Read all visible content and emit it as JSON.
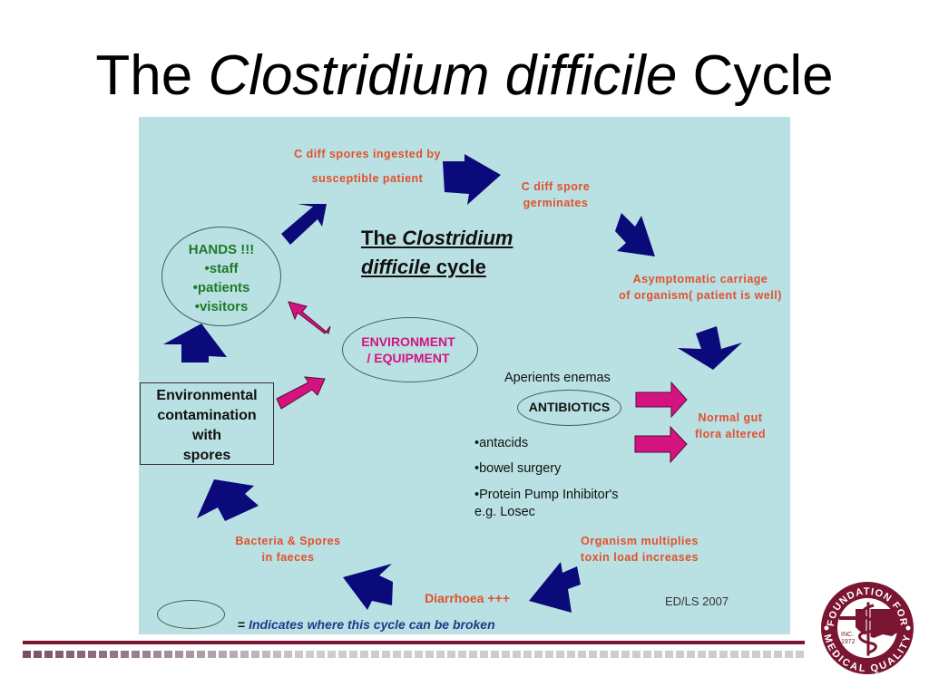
{
  "slide": {
    "title_prefix": "The",
    "title_italic": "Clostridium difficile",
    "title_suffix": "Cycle"
  },
  "diagram": {
    "inner_title_line1_prefix": "The",
    "inner_title_line1_italic": "Clostridium",
    "inner_title_line2_italic": "difficile",
    "inner_title_line2_suffix": "cycle",
    "stages": {
      "ingested_line1": "C diff spores ingested by",
      "ingested_line2": "susceptible patient",
      "germinates_line1": "C diff spore",
      "germinates_line2": "germinates",
      "asymptomatic_line1": "Asymptomatic carriage",
      "asymptomatic_line2": "of organism( patient is well)",
      "flora_line1": "Normal gut",
      "flora_line2": "flora altered",
      "multiplies_line1": "Organism multiplies",
      "multiplies_line2": "toxin load increases",
      "diarrhoea": "Diarrhoea +++",
      "faeces_line1": "Bacteria & Spores",
      "faeces_line2": "in faeces"
    },
    "hands": {
      "heading": "HANDS !!!",
      "items": [
        "•staff",
        "•patients",
        "•visitors"
      ]
    },
    "environment": {
      "line1": "ENVIRONMENT",
      "line2": "/ EQUIPMENT"
    },
    "contamination_box": {
      "lines": [
        "Environmental",
        "contamination",
        "with",
        "spores"
      ]
    },
    "risk_factors": {
      "aperients": "Aperients enemas",
      "antibiotics": "ANTIBIOTICS",
      "items": [
        "•antacids",
        "•bowel surgery",
        "•Protein Pump Inhibitor's"
      ],
      "example": "e.g. Losec"
    },
    "legend": {
      "prefix": "= ",
      "text": "Indicates where this cycle can be broken"
    },
    "credit": "ED/LS 2007",
    "colors": {
      "panel_bg": "#b9e0e2",
      "cycle_arrow": "#0a0a7a",
      "break_arrow": "#d4147e",
      "stage_text": "#e2502c",
      "hands_text": "#1e7a28",
      "brand": "#7a1532"
    }
  },
  "logo": {
    "top_text": "FOUNDATION FOR",
    "bottom_text": "MEDICAL QUALITY",
    "inc": "INC.",
    "year": "1972"
  }
}
